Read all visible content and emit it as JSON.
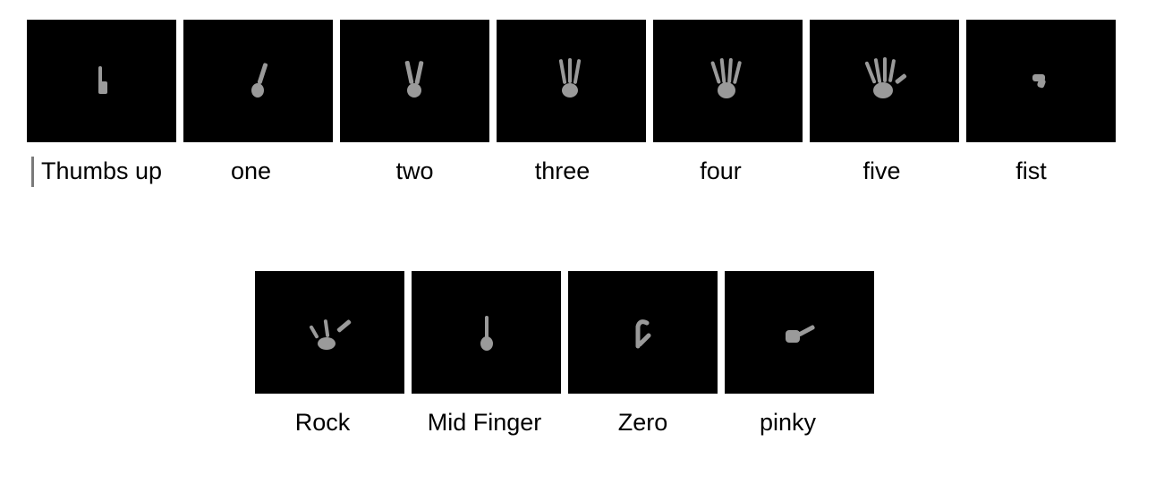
{
  "gestures_row_1": [
    {
      "label": "Thumbs up",
      "icon": "thumbs-up-hand-icon"
    },
    {
      "label": "one",
      "icon": "one-finger-hand-icon"
    },
    {
      "label": "two",
      "icon": "two-fingers-hand-icon"
    },
    {
      "label": "three",
      "icon": "three-fingers-hand-icon"
    },
    {
      "label": "four",
      "icon": "four-fingers-hand-icon"
    },
    {
      "label": "five",
      "icon": "open-hand-icon"
    },
    {
      "label": "fist",
      "icon": "fist-hand-icon"
    }
  ],
  "gestures_row_2": [
    {
      "label": "Rock",
      "icon": "rock-hand-icon"
    },
    {
      "label": "Mid Finger",
      "icon": "middle-finger-hand-icon"
    },
    {
      "label": "Zero",
      "icon": "zero-hand-icon"
    },
    {
      "label": "pinky",
      "icon": "pinky-hand-icon"
    }
  ],
  "colors": {
    "tile_background": "#000000",
    "hand_silhouette": "#9a9a9a",
    "caret": "#7a7a7a"
  }
}
